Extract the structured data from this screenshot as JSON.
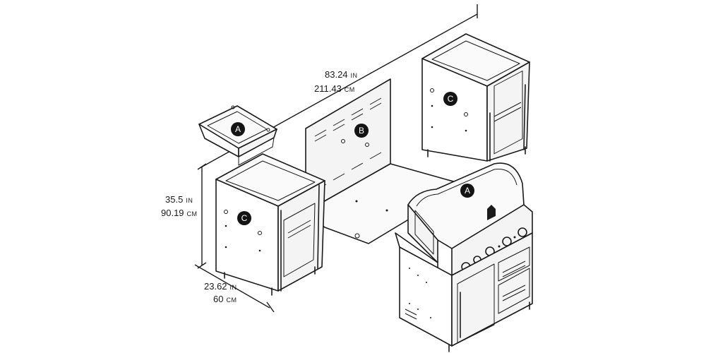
{
  "dimensions": {
    "width_in": "83.24",
    "width_in_unit": "IN",
    "width_cm": "211.43",
    "width_cm_unit": "CM",
    "height_in": "35.5",
    "height_in_unit": "IN",
    "height_cm": "90.19",
    "height_cm_unit": "CM",
    "depth_in": "23.62",
    "depth_in_unit": "IN",
    "depth_cm": "60",
    "depth_cm_unit": "CM"
  },
  "labels": {
    "drop_in_sink": "A",
    "back_panel": "B",
    "cabinet_right": "C",
    "cabinet_left": "C",
    "grill_head": "A"
  }
}
